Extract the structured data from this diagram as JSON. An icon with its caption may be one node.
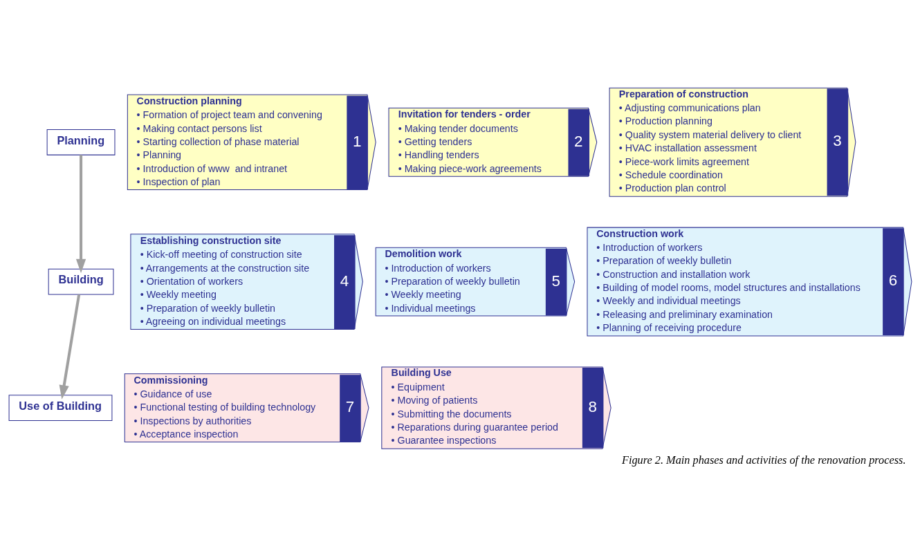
{
  "diagram": {
    "caption": "Figure 2. Main phases and activities of the renovation process.",
    "nodes": [
      {
        "text": [
          "Planning"
        ]
      },
      {
        "text": [
          "Construction planning",
          "• Formation of project team and convening",
          "• Making contact persons list",
          "• Starting collection of phase material",
          "• Planning",
          "• Introduction of www  and intranet",
          "• Inspection of plan",
          "1"
        ]
      },
      {
        "text": [
          "Invitation for tenders - order",
          "• Making tender documents",
          "• Getting tenders",
          "• Handling tenders",
          "• Making piece-work agreements",
          "2"
        ]
      },
      {
        "text": [
          "Preparation of construction",
          "• Adjusting communications plan",
          "• Production planning",
          "• Quality system material delivery to client",
          "• HVAC installation assessment",
          "• Piece-work limits agreement",
          "• Schedule coordination",
          "• Production plan control",
          "3"
        ]
      },
      {
        "text": [
          "Building"
        ]
      },
      {
        "text": [
          "Establishing construction site",
          "• Kick-off meeting of construction site",
          "• Arrangements at the construction site",
          "• Orientation of workers",
          "• Weekly meeting",
          "• Preparation of weekly bulletin",
          "• Agreeing on individual meetings",
          "4"
        ]
      },
      {
        "text": [
          "Demolition work",
          "• Introduction of workers",
          "• Preparation of weekly bulletin",
          "• Weekly meeting",
          "• Individual meetings",
          "5"
        ]
      },
      {
        "text": [
          "Construction work",
          "• Introduction of workers",
          "• Preparation of weekly bulletin",
          "• Construction and installation work",
          "• Building of model rooms, model structures and installations",
          "• Weekly and individual meetings",
          "• Releasing and preliminary examination",
          "• Planning of receiving procedure",
          "6"
        ]
      },
      {
        "text": [
          "Use of Building"
        ]
      },
      {
        "text": [
          "Commissioning",
          "• Guidance of use",
          "• Functional testing of building technology",
          "• Inspections by authorities",
          "• Acceptance inspection",
          "7"
        ]
      },
      {
        "text": [
          "Building Use",
          "• Equipment",
          "• Moving of patients",
          "• Submitting the documents",
          "• Reparations during guarantee period",
          "• Guarantee inspections",
          "8"
        ]
      }
    ],
    "edges": [
      {
        "from": 0,
        "to": 4,
        "arrow": "to"
      },
      {
        "from": 4,
        "to": 8,
        "arrow": "to"
      }
    ]
  }
}
